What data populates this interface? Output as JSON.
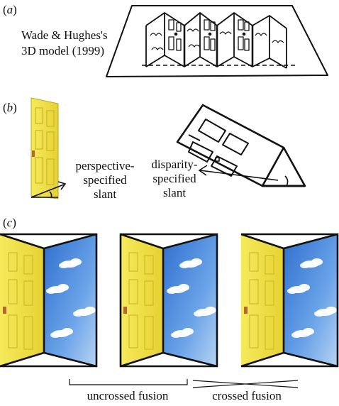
{
  "panels": {
    "a": {
      "label_open": "(",
      "label_letter": "a",
      "label_close": ")",
      "caption_line1": "Wade & Hughes's",
      "caption_line2": "3D model (1999)"
    },
    "b": {
      "label_open": "(",
      "label_letter": "b",
      "label_close": ")",
      "left_caption": [
        "perspective-",
        "specified",
        "slant"
      ],
      "right_caption": [
        "disparity-",
        "specified",
        "slant"
      ]
    },
    "c": {
      "label_open": "(",
      "label_letter": "c",
      "label_close": ")",
      "fusion_left": "uncrossed fusion",
      "fusion_right": "crossed fusion"
    }
  },
  "colors": {
    "door_yellow": "#f2e24a",
    "door_shadow": "#d9c82e",
    "sky_blue": "#3d7fd6",
    "sky_light": "#a9c9f2",
    "cloud": "#ffffff",
    "line": "#111111"
  }
}
